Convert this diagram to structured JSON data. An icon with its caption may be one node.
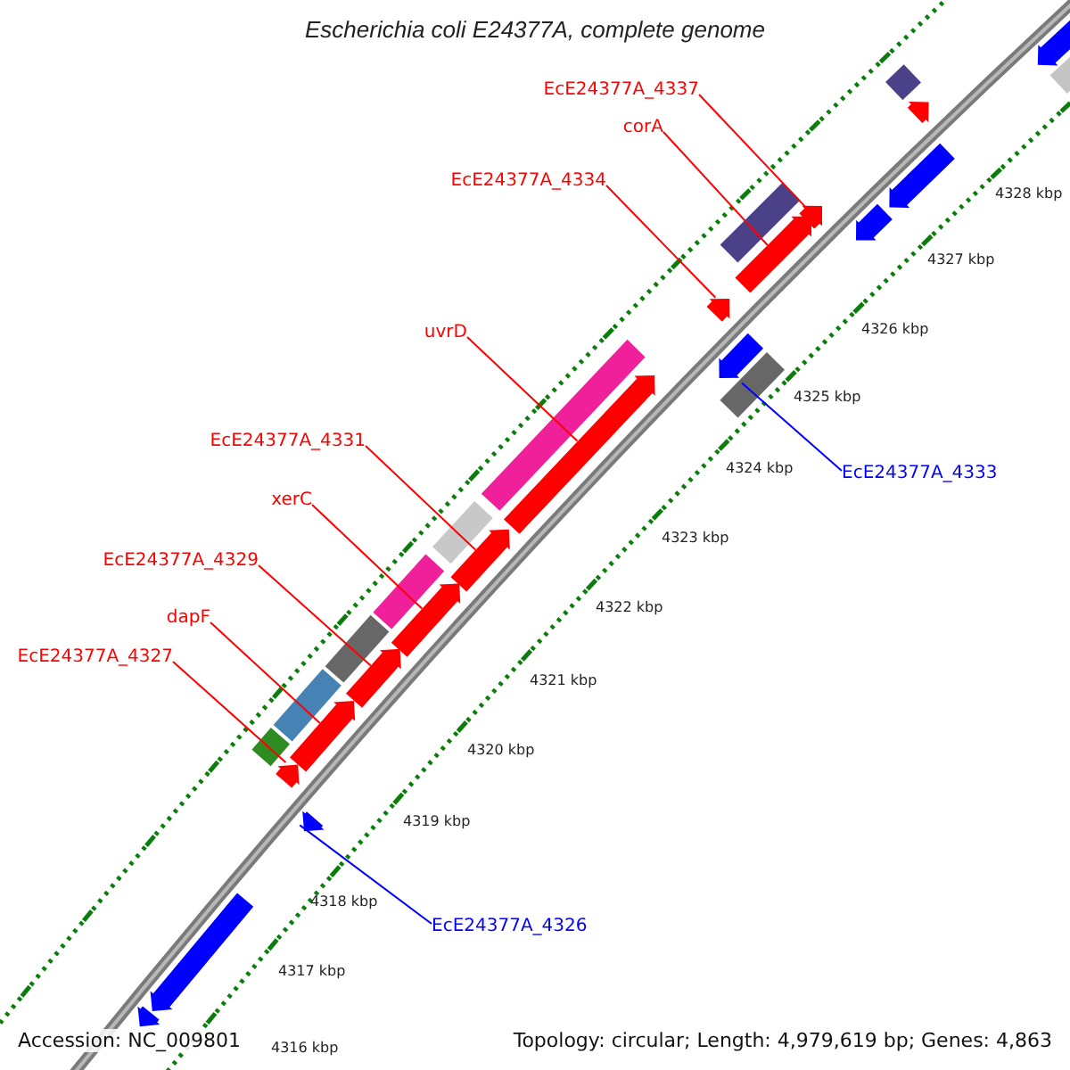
{
  "diagram": {
    "title": "Escherichia coli E24377A, complete genome",
    "nodes": [
      {
        "text": [
          "EcE24377A_4337"
        ]
      },
      {
        "text": [],
        "shape": "arrow"
      },
      {
        "text": [
          "corA"
        ]
      },
      {
        "text": [],
        "shape": "arrow"
      },
      {
        "text": [
          "EcE24377A_4334"
        ]
      },
      {
        "text": [],
        "shape": "arrow"
      },
      {
        "text": [
          "uvrD"
        ]
      },
      {
        "text": [],
        "shape": "arrow"
      },
      {
        "text": [
          "EcE24377A_4331"
        ]
      },
      {
        "text": [],
        "shape": "arrow"
      },
      {
        "text": [
          "EcE24377A_4333"
        ]
      },
      {
        "text": [],
        "shape": "box"
      },
      {
        "text": [
          "xerC"
        ]
      },
      {
        "text": [],
        "shape": "arrow"
      },
      {
        "text": [
          "EcE24377A_4329"
        ]
      },
      {
        "text": [],
        "shape": "arrow"
      },
      {
        "text": [
          "dapF"
        ]
      },
      {
        "text": [],
        "shape": "arrow"
      },
      {
        "text": [
          "EcE24377A_4327"
        ]
      },
      {
        "text": [],
        "shape": "arrow"
      },
      {
        "text": [
          "EcE24377A_4326"
        ]
      },
      {
        "text": [],
        "shape": "arrow"
      },
      {
        "text": [],
        "shape": "diamond"
      },
      {
        "text": [],
        "shape": "box"
      },
      {
        "text": [],
        "shape": "box"
      },
      {
        "text": [],
        "shape": "box"
      },
      {
        "text": [],
        "shape": "box"
      },
      {
        "text": [],
        "shape": "box"
      },
      {
        "text": [],
        "shape": "box"
      },
      {
        "text": [],
        "shape": "diamond"
      },
      {
        "text": [],
        "shape": "arrow"
      },
      {
        "text": [],
        "shape": "arrow"
      },
      {
        "text": [],
        "shape": "arrow"
      },
      {
        "text": [],
        "shape": "arrow"
      },
      {
        "text": [],
        "shape": "arrow"
      },
      {
        "text": [],
        "shape": "arrow"
      },
      {
        "text": [],
        "shape": "arrow"
      },
      {
        "text": [],
        "shape": "box"
      }
    ],
    "edges": [
      {
        "from": 0,
        "to": 1,
        "arrow": "none"
      },
      {
        "from": 2,
        "to": 3,
        "arrow": "none"
      },
      {
        "from": 4,
        "to": 5,
        "arrow": "none"
      },
      {
        "from": 6,
        "to": 7,
        "arrow": "none"
      },
      {
        "from": 8,
        "to": 9,
        "arrow": "none"
      },
      {
        "from": 10,
        "to": 11,
        "arrow": "none",
        "color": "#0000ff"
      },
      {
        "from": 12,
        "to": 13,
        "arrow": "none"
      },
      {
        "from": 14,
        "to": 15,
        "arrow": "none"
      },
      {
        "from": 16,
        "to": 17,
        "arrow": "none"
      },
      {
        "from": 18,
        "to": 19,
        "arrow": "none"
      },
      {
        "from": 20,
        "to": 21,
        "arrow": "none",
        "color": "#0000ff"
      }
    ],
    "labels": [
      "4328 kbp",
      "4327 kbp",
      "4326 kbp",
      "4325 kbp",
      "4324 kbp",
      "4323 kbp",
      "4322 kbp",
      "4321 kbp",
      "4320 kbp",
      "4319 kbp",
      "4318 kbp",
      "4317 kbp",
      "4316 kbp",
      "Accession: NC_009801",
      "Topology: circular; Length: 4,979,619 bp; Genes: 4,863"
    ]
  }
}
